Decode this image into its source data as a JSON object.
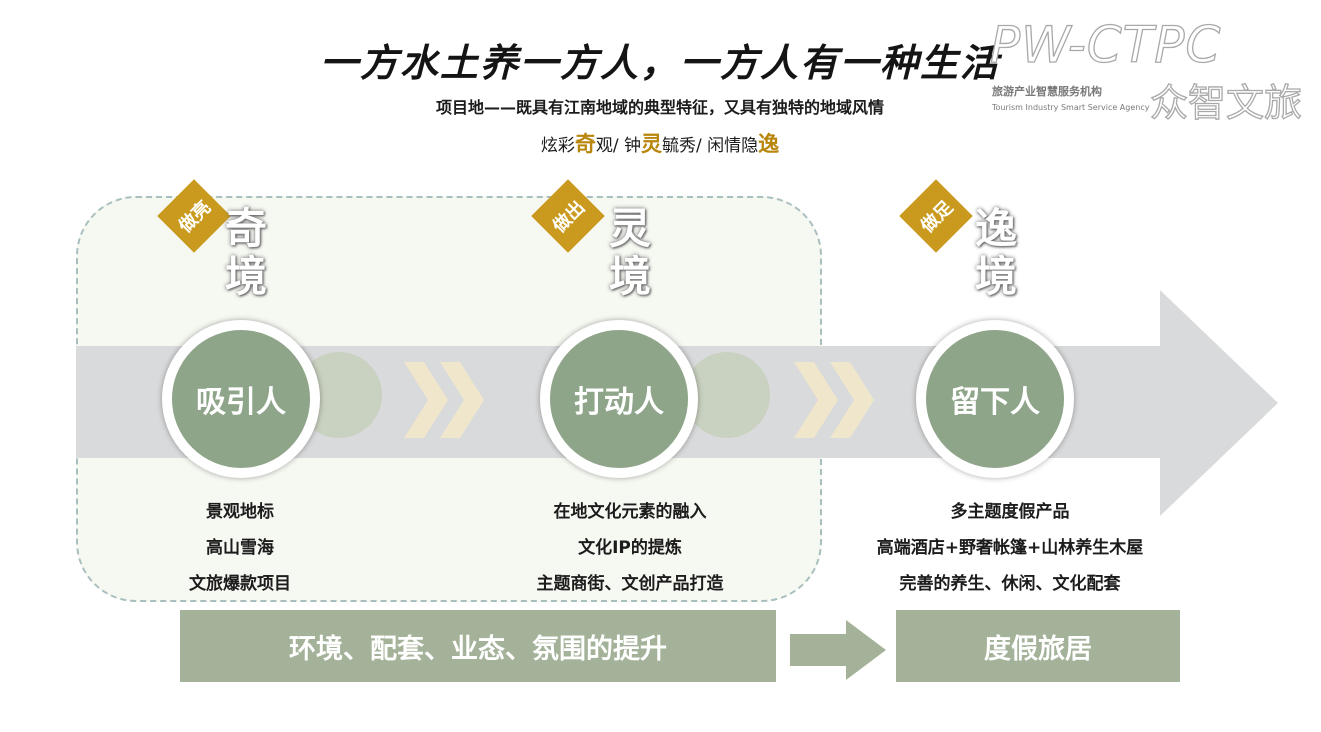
{
  "header": {
    "slogan": "一方水土养一方人，一方人有一种生活",
    "subtitle": "项目地——既具有江南地域的典型特征，又具有独特的地域风情",
    "tagline": [
      {
        "pre": "炫彩",
        "hl": "奇",
        "post": "观/ "
      },
      {
        "pre": " 钟",
        "hl": "灵",
        "post": "毓秀/ "
      },
      {
        "pre": " 闲情隐",
        "hl": "逸",
        "post": ""
      }
    ]
  },
  "logo": {
    "main": "PW-CTPC",
    "cn_small": "旅游产业智慧服务机构",
    "en": "Tourism Industry Smart Service Agency",
    "cn_big": "众智文旅"
  },
  "stages": [
    {
      "badge": "做亮",
      "title_1": "奇",
      "title_2": "境",
      "circle": "吸引人",
      "lines": [
        "景观地标",
        "高山雪海",
        "文旅爆款项目"
      ]
    },
    {
      "badge": "做出",
      "title_1": "灵",
      "title_2": "境",
      "circle": "打动人",
      "lines": [
        "在地文化元素的融入",
        "文化IP的提炼",
        "主题商街、文创产品打造"
      ]
    },
    {
      "badge": "做足",
      "title_1": "逸",
      "title_2": "境",
      "circle": "留下人",
      "lines": [
        "多主题度假产品",
        "高端酒店+野奢帐篷+山林养生木屋",
        "完善的养生、休闲、文化配套"
      ]
    }
  ],
  "bottom": {
    "left": "环境、配套、业态、氛围的提升",
    "right": "度假旅居"
  },
  "colors": {
    "accent_gold": "#b8860b",
    "badge_gold": "#c99a1e",
    "circle_green": "#8fa58a",
    "bar_green": "#a4b299",
    "arrow_gray": "#d9dadb",
    "chevron_cream": "#efe6cc"
  }
}
